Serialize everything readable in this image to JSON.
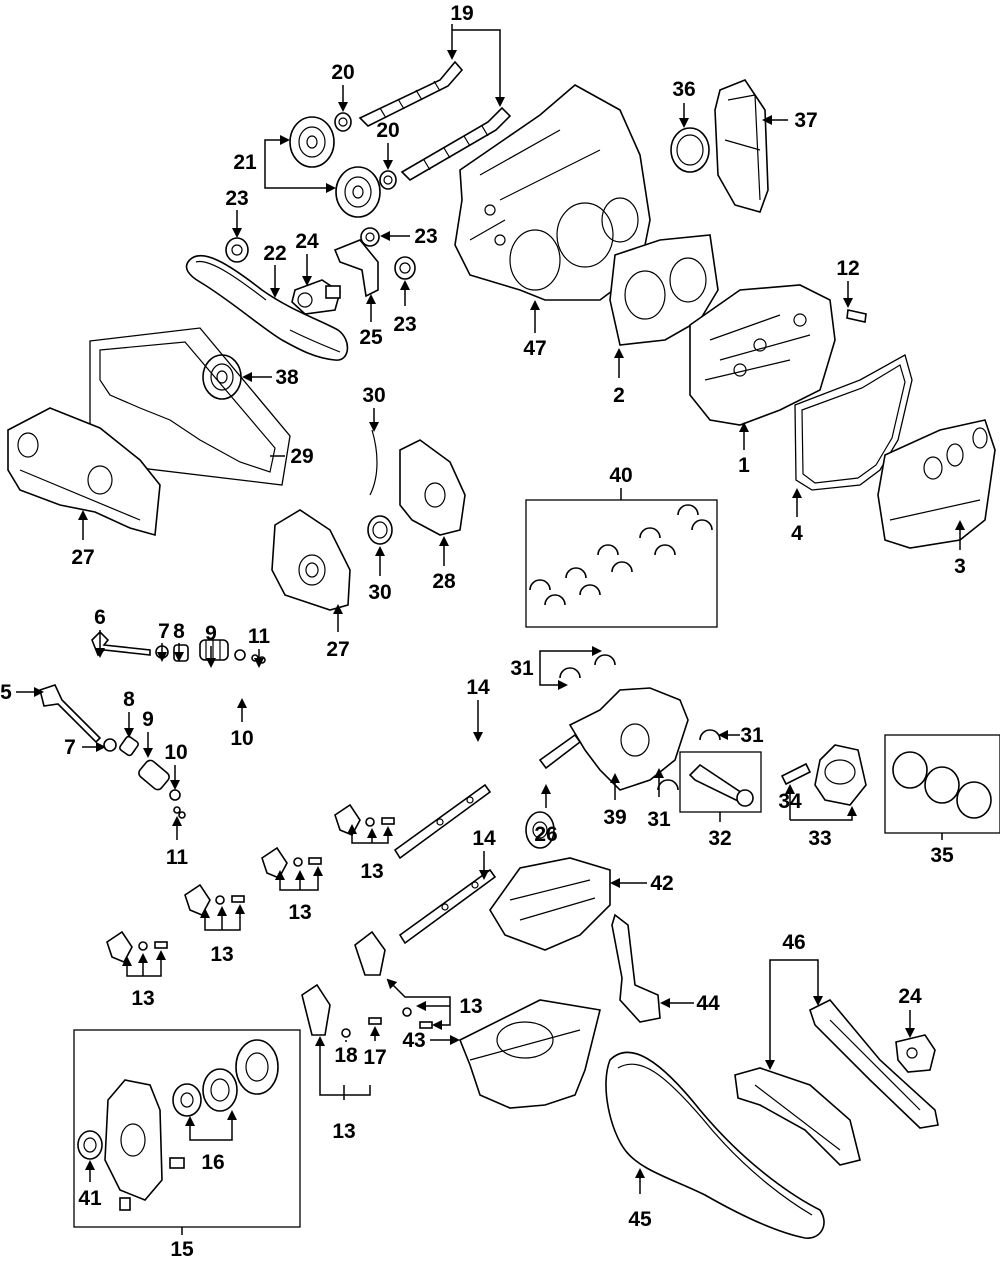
{
  "diagram": {
    "callouts": [
      "1",
      "2",
      "3",
      "4",
      "5",
      "6",
      "7",
      "8",
      "9",
      "10",
      "11",
      "12",
      "13",
      "14",
      "15",
      "16",
      "17",
      "18",
      "19",
      "20",
      "21",
      "22",
      "23",
      "24",
      "25",
      "26",
      "27",
      "28",
      "29",
      "30",
      "31",
      "32",
      "33",
      "34",
      "35",
      "36",
      "37",
      "38",
      "39",
      "40",
      "41",
      "42",
      "43",
      "44",
      "45",
      "46",
      "47"
    ],
    "labels": {
      "c19": "19",
      "c20a": "20",
      "c20b": "20",
      "c21": "21",
      "c23a": "23",
      "c23b": "23",
      "c23c": "23",
      "c22": "22",
      "c24a": "24",
      "c25": "25",
      "c36": "36",
      "c37": "37",
      "c47": "47",
      "c12": "12",
      "c2": "2",
      "c1": "1",
      "c38": "38",
      "c29": "29",
      "c30a": "30",
      "c30b": "30",
      "c28": "28",
      "c27a": "27",
      "c27b": "27",
      "c40": "40",
      "c4": "4",
      "c3": "3",
      "c6": "6",
      "c7a": "7",
      "c8a": "8",
      "c9a": "9",
      "c11a": "11",
      "c10a": "10",
      "c5": "5",
      "c8b": "8",
      "c9b": "9",
      "c7b": "7",
      "c10b": "10",
      "c11b": "11",
      "c14a": "14",
      "c31a": "31",
      "c31b": "31",
      "c31c": "31",
      "c39": "39",
      "c26": "26",
      "c32": "32",
      "c34": "34",
      "c33": "33",
      "c35": "35",
      "c13a": "13",
      "c13b": "13",
      "c13c": "13",
      "c13d": "13",
      "c13e": "13",
      "c13f": "13",
      "c14b": "14",
      "c42": "42",
      "c44": "44",
      "c43": "43",
      "c18": "18",
      "c17": "17",
      "c46": "46",
      "c24b": "24",
      "c45": "45",
      "c41": "41",
      "c16": "16",
      "c15": "15"
    }
  }
}
